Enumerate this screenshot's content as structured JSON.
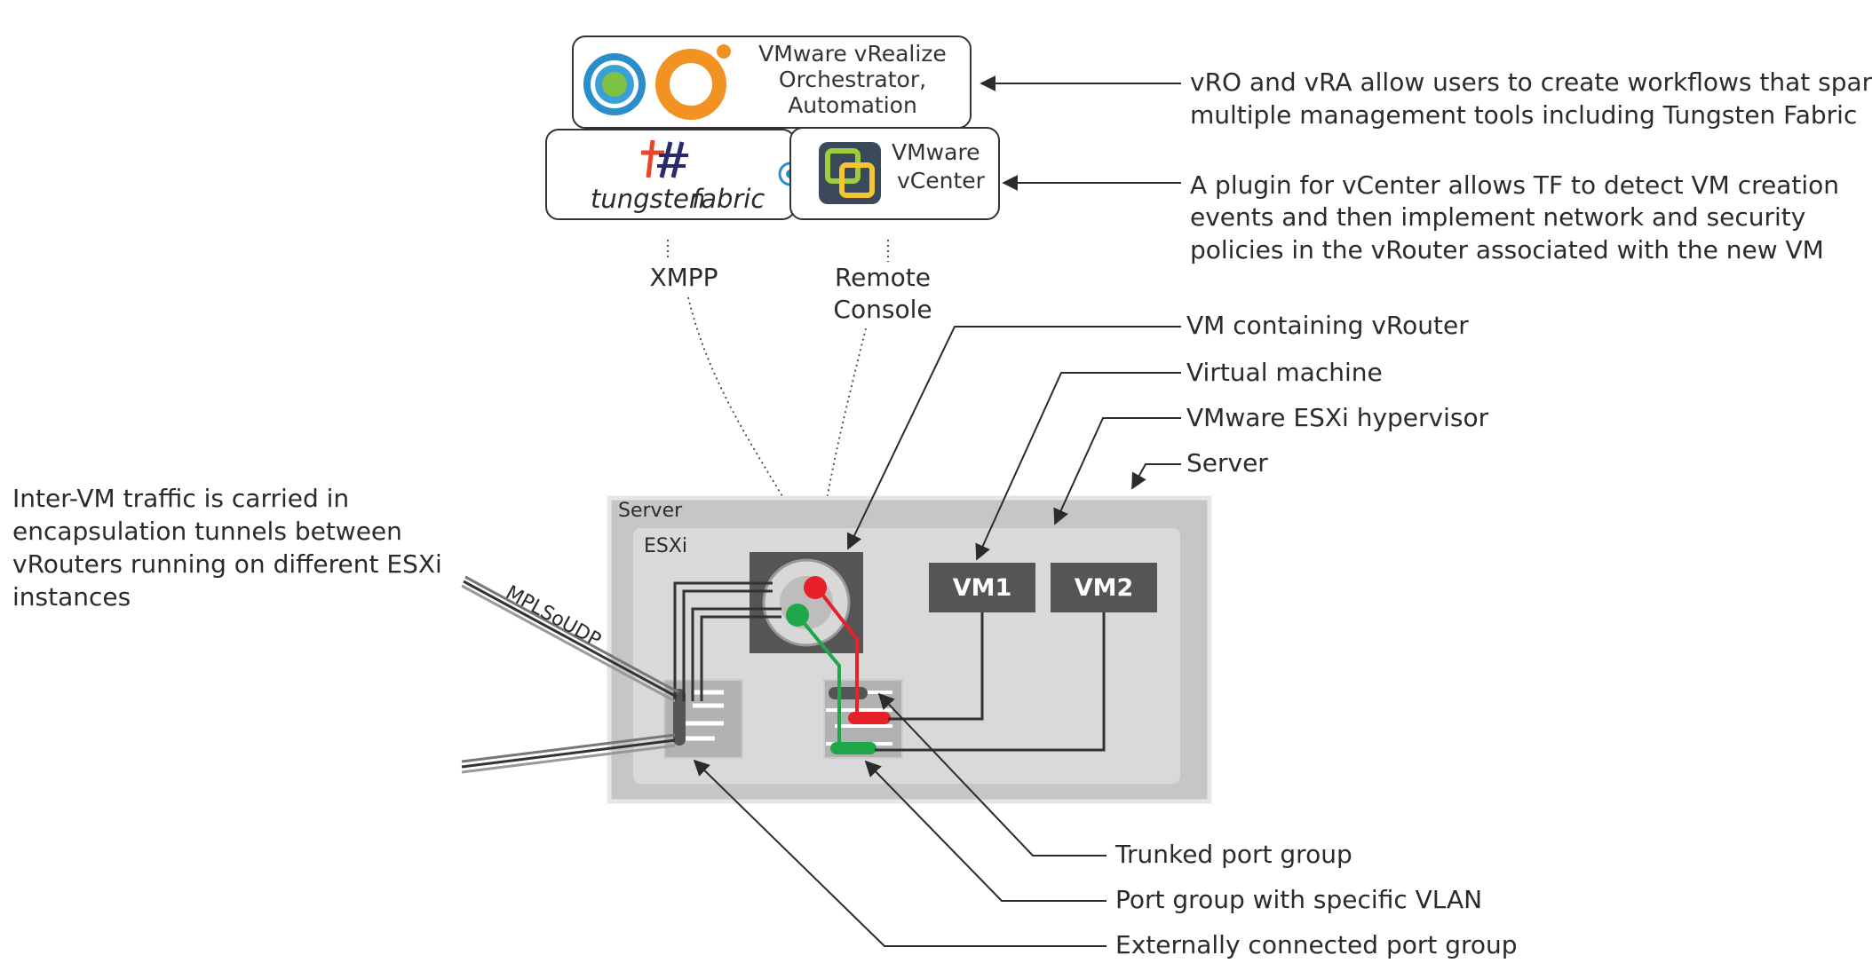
{
  "vmware_vrealize": {
    "line1": "VMware vRealize",
    "line2": "Orchestrator,",
    "line3": "Automation"
  },
  "tungsten": {
    "logo_text_a": "tungsten",
    "logo_text_b": "fabric"
  },
  "vcenter": {
    "line1": "VMware",
    "line2": "vCenter"
  },
  "protocols": {
    "xmpp": "XMPP",
    "remote_line1": "Remote",
    "remote_line2": "Console"
  },
  "server": {
    "label": "Server",
    "esxi_label": "ESXi",
    "vm1": "VM1",
    "vm2": "VM2"
  },
  "tunnel_label": "MPLSoUDP",
  "annotations": {
    "vro_line1": "vRO and vRA allow users to create workflows that span",
    "vro_line2": "multiple management tools including Tungsten Fabric",
    "plugin_line1": "A plugin for vCenter allows TF to detect VM creation",
    "plugin_line2": "events and then implement network and security",
    "plugin_line3": "policies in the vRouter associated with the new VM",
    "vm_vrouter": "VM containing vRouter",
    "virtual_machine": "Virtual machine",
    "esxi_hypervisor": "VMware ESXi hypervisor",
    "server": "Server",
    "intervm_line1": "Inter-VM traffic is carried in",
    "intervm_line2": "encapsulation tunnels between",
    "intervm_line3": "vRouters running on different ESXi",
    "intervm_line4": "instances",
    "trunked": "Trunked port group",
    "vlan_pg": "Port group with specific VLAN",
    "external_pg": "Externally connected port group"
  },
  "colors": {
    "red": "#e8202a",
    "green": "#1fa84a",
    "dark": "#555555",
    "orange": "#f29222",
    "teal": "#2a8fc9"
  }
}
